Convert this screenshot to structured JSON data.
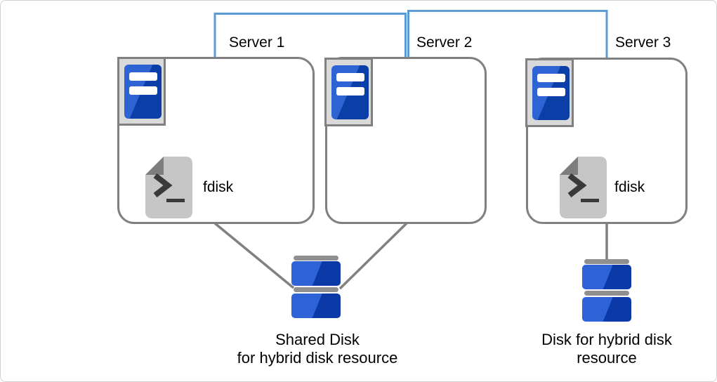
{
  "diagram": {
    "colors": {
      "network_connector_blue": "#5B9BD5",
      "connector_gray": "#808080",
      "box_border_gray": "#808080",
      "icon_blue_light": "#2E63D4",
      "icon_blue_dark": "#0B3EA6",
      "icon_frame_gray": "#D9D9D9",
      "document_gray": "#C6C6C6",
      "document_fold_gray": "#7E7E7E",
      "disk_bar_gray": "#8F8F8F"
    },
    "icons": {
      "server": "server-tower-icon",
      "script": "shell-script-icon",
      "disk": "disk-stack-icon"
    },
    "servers": [
      {
        "label": "Server 1",
        "tool_label": "fdisk"
      },
      {
        "label": "Server 2"
      },
      {
        "label": "Server 3",
        "tool_label": "fdisk"
      }
    ],
    "shared_disk": {
      "line1": "Shared Disk",
      "line2": "for hybrid disk resource"
    },
    "hybrid_disk": {
      "line1": "Disk for hybrid disk",
      "line2": "resource"
    }
  }
}
